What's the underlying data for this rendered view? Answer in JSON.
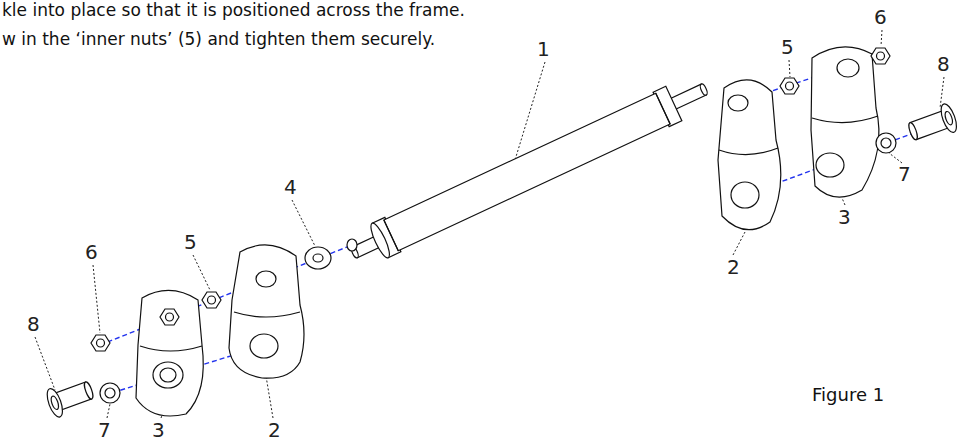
{
  "diagram": {
    "caption": "Figure 1",
    "labels": [
      "kle into place so that it is positioned across the frame.",
      "w in the ‘inner nuts’ (5) and tighten them securely.",
      "1",
      "6",
      "8",
      "5",
      "4",
      "5",
      "6",
      "7",
      "3",
      "2",
      "8",
      "7",
      "3",
      "2"
    ]
  }
}
